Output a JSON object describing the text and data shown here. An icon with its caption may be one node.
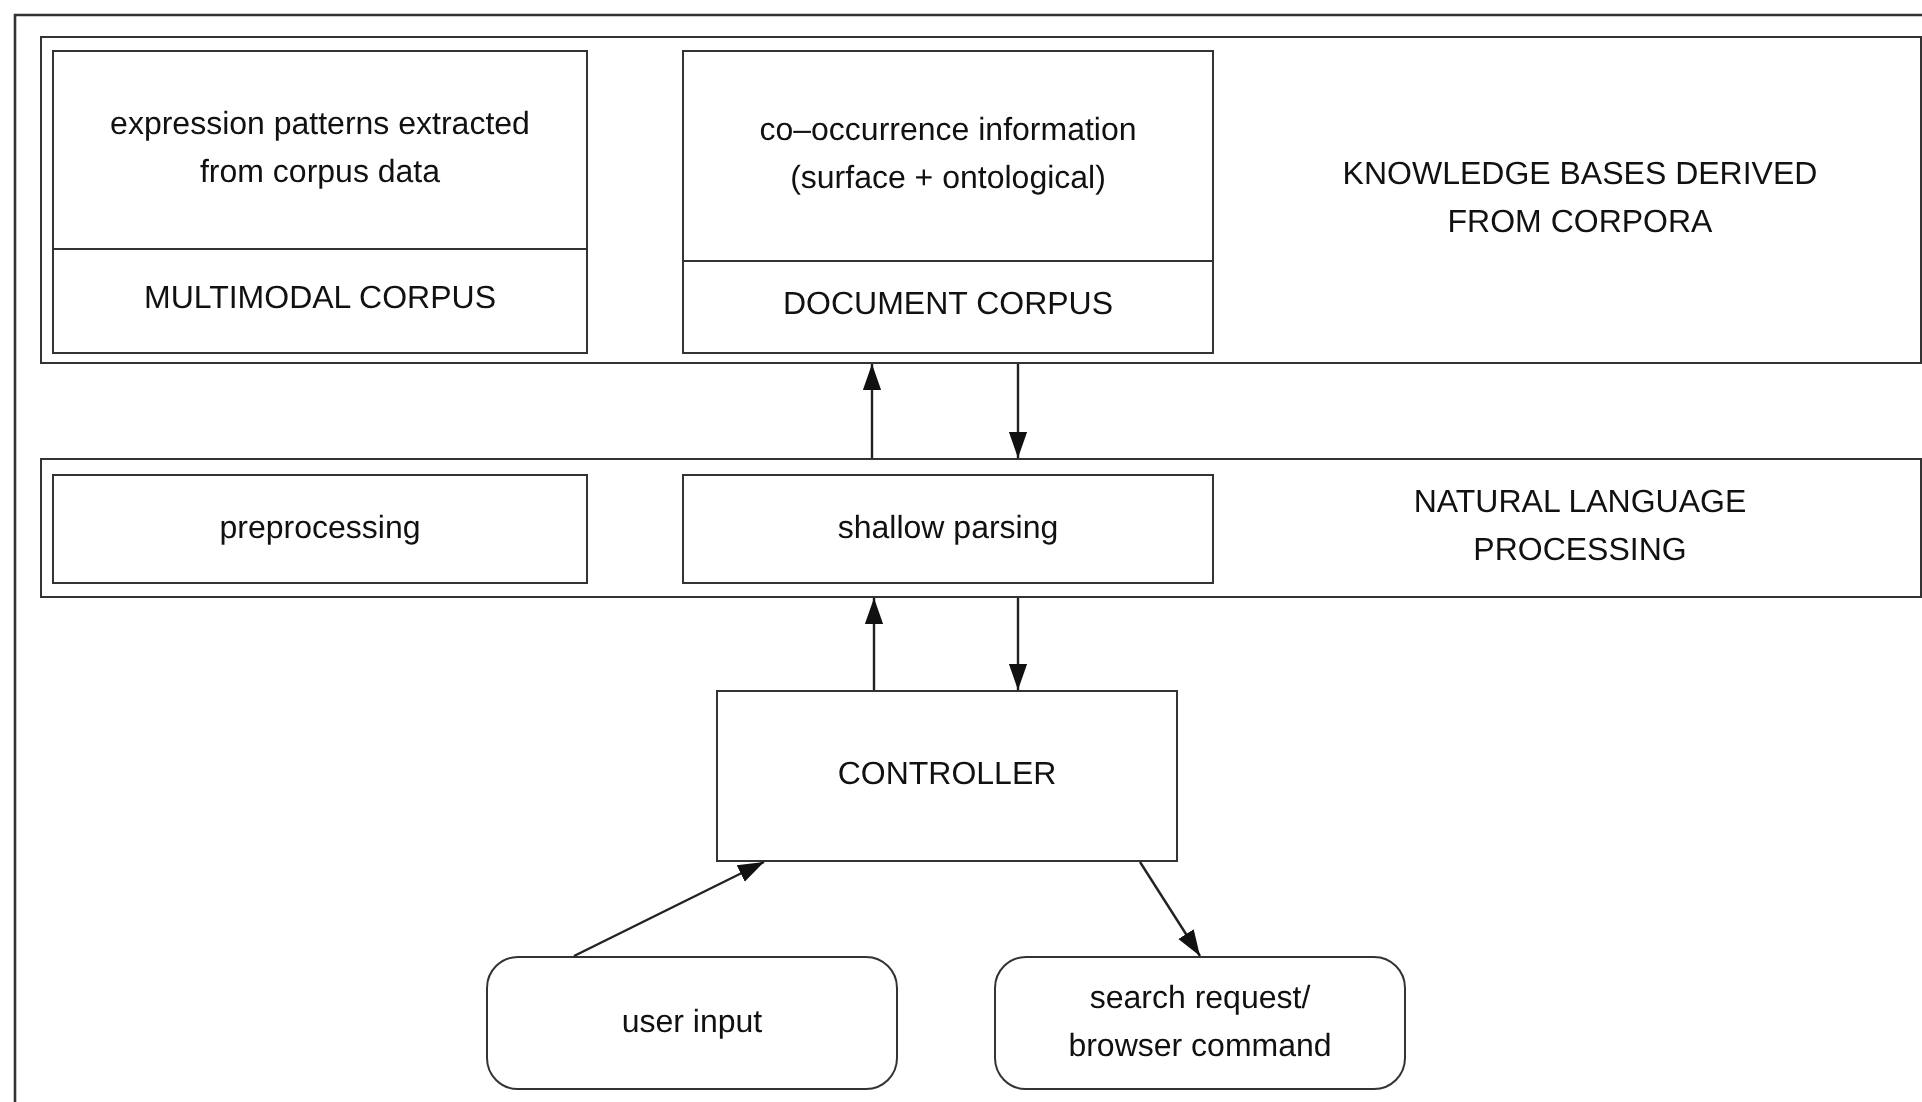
{
  "diagram": {
    "nodes": [
      {
        "text": [
          "KNOWLEDGE BASES DERIVED FROM CORPORA"
        ]
      },
      {
        "text": [
          "expression patterns extracted from corpus data",
          "MULTIMODAL CORPUS"
        ],
        "in": 0
      },
      {
        "text": [
          "co–occurrence information (surface + ontological)",
          "DOCUMENT CORPUS"
        ],
        "in": 0
      },
      {
        "text": [
          "NATURAL LANGUAGE PROCESSING"
        ]
      },
      {
        "text": [
          "preprocessing"
        ],
        "in": 3
      },
      {
        "text": [
          "shallow parsing"
        ],
        "in": 3
      },
      {
        "text": [
          "CONTROLLER"
        ]
      },
      {
        "text": [
          "user input"
        ]
      },
      {
        "text": [
          "search request/ browser command"
        ]
      }
    ],
    "edges": [
      {
        "from": 3,
        "to": 0,
        "arrow": "to"
      },
      {
        "from": 0,
        "to": 3,
        "arrow": "to"
      },
      {
        "from": 6,
        "to": 3,
        "arrow": "to"
      },
      {
        "from": 3,
        "to": 6,
        "arrow": "to"
      },
      {
        "from": 7,
        "to": 6,
        "arrow": "to"
      },
      {
        "from": 6,
        "to": 8,
        "arrow": "to"
      }
    ]
  }
}
